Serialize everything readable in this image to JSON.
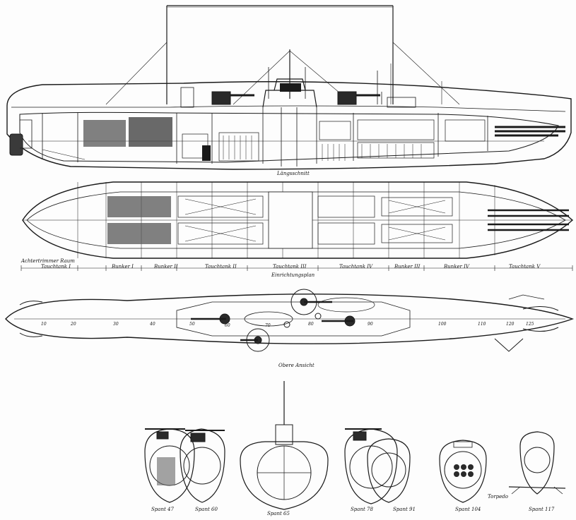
{
  "views": {
    "longitudinal_label": "Längsschnitt",
    "plan_label": "Einrichtungsplan",
    "top_label": "Obere Ansicht"
  },
  "compartments": [
    "Achtertrimmer Raum",
    "Tauchtank I",
    "Bunker I",
    "Bunker II",
    "Tauchtank II",
    "Tauchtank III",
    "Tauchtank IV",
    "Bunker III",
    "Bunker IV",
    "Tauchtank V"
  ],
  "frame_numbers": [
    "10",
    "20",
    "30",
    "40",
    "50",
    "60",
    "70",
    "80",
    "90",
    "100",
    "110",
    "120",
    "125"
  ],
  "sections": [
    "Spant 47",
    "Spant 60",
    "Spant 65",
    "Spant 78",
    "Spant 91",
    "Spant 104",
    "Spant 117"
  ],
  "torpedo_label": "Torpedo",
  "colors": {
    "ink": "#1a1a1a",
    "paper": "#fdfdfd",
    "bleed": "#bdbdbd"
  }
}
